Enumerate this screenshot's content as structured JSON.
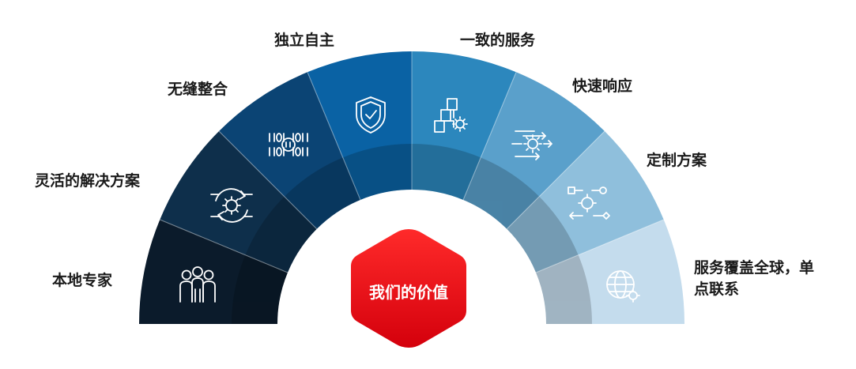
{
  "center": {
    "text": "我们的价值",
    "color": "#e30613"
  },
  "segments": [
    {
      "label": "本地专家",
      "color": "#0b1b2b",
      "icon": "people-group-icon"
    },
    {
      "label": "灵活的解决方案",
      "color": "#0e2f4b",
      "icon": "cycle-gear-icon"
    },
    {
      "label": "无缝整合",
      "color": "#0b4474",
      "icon": "binary-code-icon"
    },
    {
      "label": "独立自主",
      "color": "#0a62a4",
      "icon": "shield-check-icon"
    },
    {
      "label": "一致的服务",
      "color": "#2c87bd",
      "icon": "blocks-gear-icon"
    },
    {
      "label": "快速响应",
      "color": "#5aa0cb",
      "icon": "fast-gear-icon"
    },
    {
      "label": "定制方案",
      "color": "#8fbfdc",
      "icon": "workflow-icon"
    },
    {
      "label": "服务覆盖全球，单点联系",
      "color": "#c4dced",
      "icon": "globe-gear-icon"
    }
  ]
}
